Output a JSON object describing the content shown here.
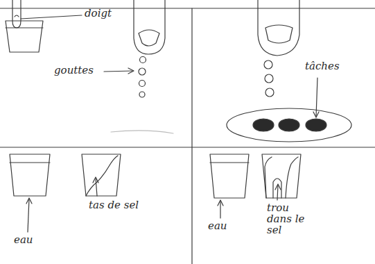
{
  "diagram": {
    "labels": [
      "doigt",
      "gouttes",
      "tâches",
      "eau",
      "tas de sel",
      "eau",
      "trou dans le sel"
    ]
  }
}
